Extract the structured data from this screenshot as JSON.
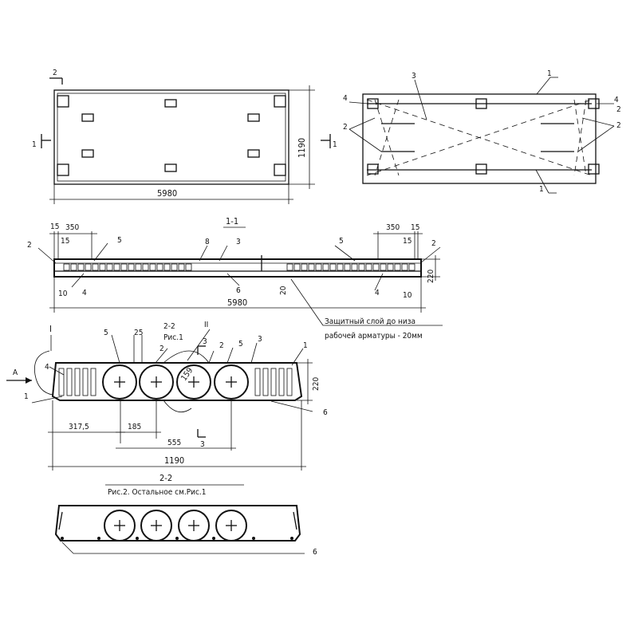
{
  "plan_view": {
    "width_dim": "5980",
    "height_dim": "1190",
    "section_mark": "1",
    "section_mark_2": "2"
  },
  "reinforcement_plan": {
    "labels": [
      "1",
      "2",
      "3",
      "4"
    ]
  },
  "section_1_1": {
    "title": "1-1",
    "dims": {
      "d15": "15",
      "d350": "350",
      "d220": "220",
      "d10": "10",
      "d20": "20",
      "overall": "5980"
    },
    "callouts": [
      "2",
      "5",
      "8",
      "3",
      "4",
      "6"
    ],
    "note_line1": "Защитный слой до низа",
    "note_line2": "рабочей арматуры - 20мм"
  },
  "cross_section": {
    "detail_mark": "I",
    "view_arrow": "A",
    "section_ref_line1": "2-2",
    "section_ref_line2": "Рис.1",
    "detail_ref": "II",
    "dims": {
      "d25": "25",
      "d220": "220",
      "d3175": "317,5",
      "d185": "185",
      "d555": "555",
      "overall": "1190",
      "diameter": "159",
      "section3": "3"
    },
    "callouts": [
      "5",
      "4",
      "1",
      "2",
      "3",
      "5",
      "3",
      "1",
      "6"
    ]
  },
  "section_2_2": {
    "title": "2-2",
    "caption": "Рис.2. Остальное см.Рис.1",
    "callout": "6"
  }
}
